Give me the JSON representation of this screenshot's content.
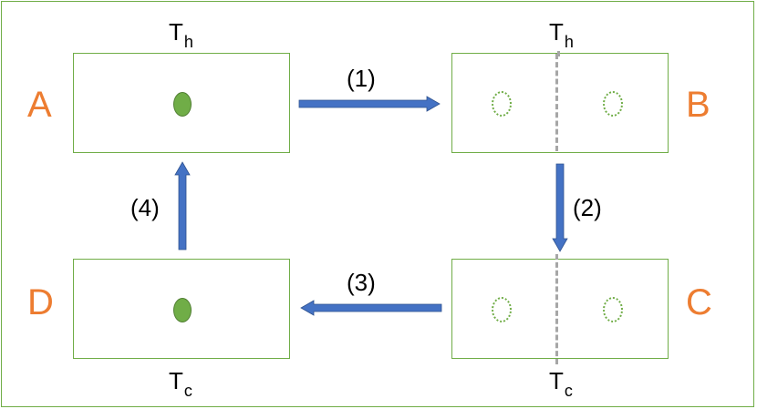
{
  "states": {
    "a": {
      "label": "A",
      "temperature": "T",
      "temperature_sub": "h"
    },
    "b": {
      "label": "B",
      "temperature": "T",
      "temperature_sub": "h"
    },
    "c": {
      "label": "C",
      "temperature": "T",
      "temperature_sub": "c"
    },
    "d": {
      "label": "D",
      "temperature": "T",
      "temperature_sub": "c"
    }
  },
  "steps": {
    "step1": "(1)",
    "step2": "(2)",
    "step3": "(3)",
    "step4": "(4)"
  },
  "colors": {
    "box_border": "#70ad47",
    "particle": "#70ad47",
    "state_label": "#ed7d31",
    "arrow": "#4472c4",
    "divider": "#a6a6a6"
  }
}
